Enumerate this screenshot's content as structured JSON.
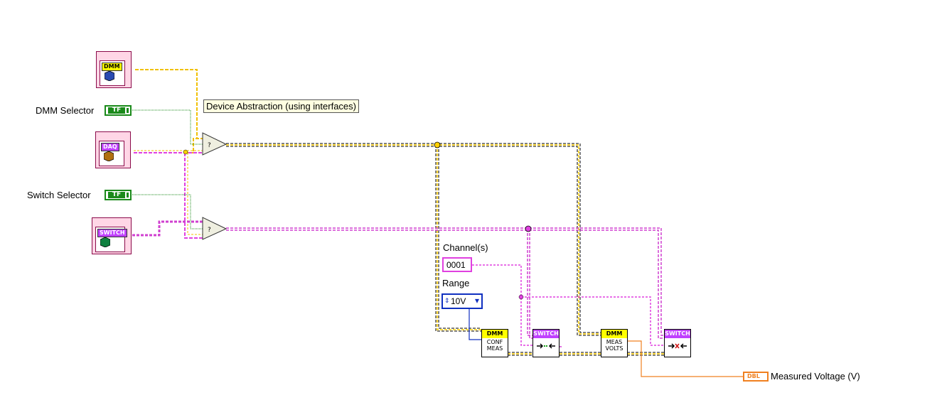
{
  "tooltip": "Device Abstraction (using interfaces)",
  "dmm_selector": {
    "label": "DMM Selector",
    "value": "TF"
  },
  "switch_selector": {
    "label": "Switch Selector",
    "value": "TF"
  },
  "class_constants": [
    {
      "tag": "DMM",
      "tag_color": "#ffff00",
      "cube_color": "#2a4ab0",
      "icon": "blue-cube-icon"
    },
    {
      "tag": "DAQ",
      "tag_color": "#c040ff",
      "cube_color": "#b07010",
      "icon": "orange-cube-icon"
    },
    {
      "tag": "SWITCH",
      "tag_color": "#c040ff",
      "cube_color": "#108040",
      "icon": "green-cube-icon"
    }
  ],
  "channels": {
    "label": "Channel(s)",
    "value": "0001"
  },
  "range": {
    "label": "Range",
    "value": "10V",
    "arrow": "▾"
  },
  "subvis": [
    {
      "band": "DMM",
      "text1": "CONF",
      "text2": "MEAS"
    },
    {
      "band": "SWITCH",
      "glyph": "→⇢←"
    },
    {
      "band": "DMM",
      "text1": "MEAS",
      "text2": "VOLTS"
    },
    {
      "band": "SWITCH",
      "glyph": "→x←"
    }
  ],
  "output": {
    "label": "Measured Voltage (V)",
    "type": "DBL"
  },
  "colors": {
    "dmm_wire": "#ffd000",
    "daq_wire": "#e040e0",
    "switch_wire": "#d040d0",
    "bool_wire": "#1a8a1a",
    "orange_wire": "#f08020",
    "blue_wire": "#1030c0"
  }
}
